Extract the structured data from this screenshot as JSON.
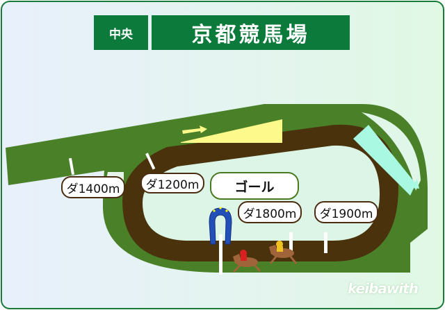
{
  "header": {
    "region": "中央",
    "title": "京都競馬場"
  },
  "labels": {
    "goal": "ゴール",
    "d1400": "ダ1400m",
    "d1200": "ダ1200m",
    "d1800": "ダ1800m",
    "d1900": "ダ1900m"
  },
  "logo": "keibawith",
  "colors": {
    "turf": "#4a8128",
    "dirt": "#4a330c",
    "header": "#0c7a3a",
    "slope": "#fdf98a",
    "chute": "#a8f8e2",
    "goal_marker": "#2350b8"
  }
}
